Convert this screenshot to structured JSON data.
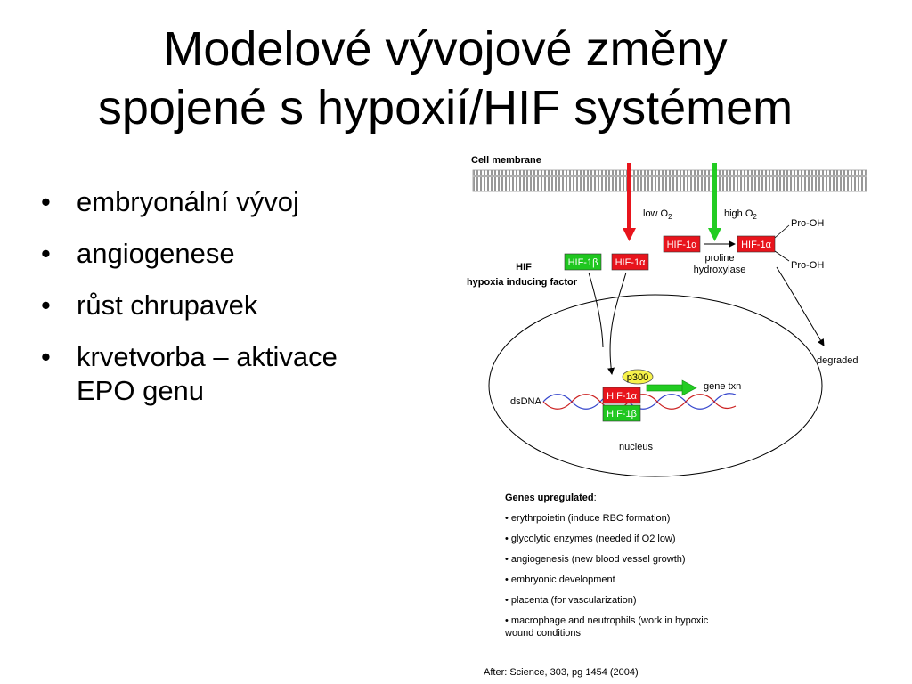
{
  "slide": {
    "title_line1": "Modelové vývojové změny",
    "title_line2": "spojené s hypoxií/HIF systémem",
    "bullets": [
      {
        "bullet": "•",
        "line1": "embryonální vývoj",
        "line2": ""
      },
      {
        "bullet": "•",
        "line1": "angiogenese",
        "line2": ""
      },
      {
        "bullet": "•",
        "line1": "růst chrupavek",
        "line2": ""
      },
      {
        "bullet": "•",
        "line1": "krvetvorba – aktivace",
        "line2": "EPO genu"
      }
    ]
  },
  "diagram": {
    "cell_membrane": "Cell membrane",
    "low_o2": "low O",
    "high_o2": "high O",
    "o2_subscript": "2",
    "hif_1b": "HIF-1β",
    "hif_1a": "HIF-1α",
    "hif_title": "HIF",
    "hif_subtitle": "hypoxia inducing factor",
    "proline_line1": "proline",
    "proline_line2": "hydroxylase",
    "pro_oh_top": "Pro-OH",
    "pro_oh_bottom": "Pro-OH",
    "degraded": "degraded",
    "p300": "p300",
    "gene_txn": "gene txn",
    "dsdna": "dsDNA",
    "nucleus": "nucleus",
    "colors": {
      "hif_alpha_red": "#e8141c",
      "hif_beta_green": "#1fc71f",
      "p300_yellow": "#f7f24a",
      "arrow_green": "#22cc22",
      "membrane_gray": "#9a9a9a"
    }
  },
  "genes": {
    "title": "Genes upregulated",
    "title_suffix": ":",
    "items": [
      "• erythrpoietin (induce RBC formation)",
      "• glycolytic enzymes (needed if O2 low)",
      "• angiogenesis (new blood vessel growth)",
      "• embryonic development",
      "• placenta (for vascularization)",
      "• macrophage and neutrophils (work in hypoxic wound conditions"
    ]
  },
  "credit": "After: Science, 303, pg 1454 (2004)"
}
